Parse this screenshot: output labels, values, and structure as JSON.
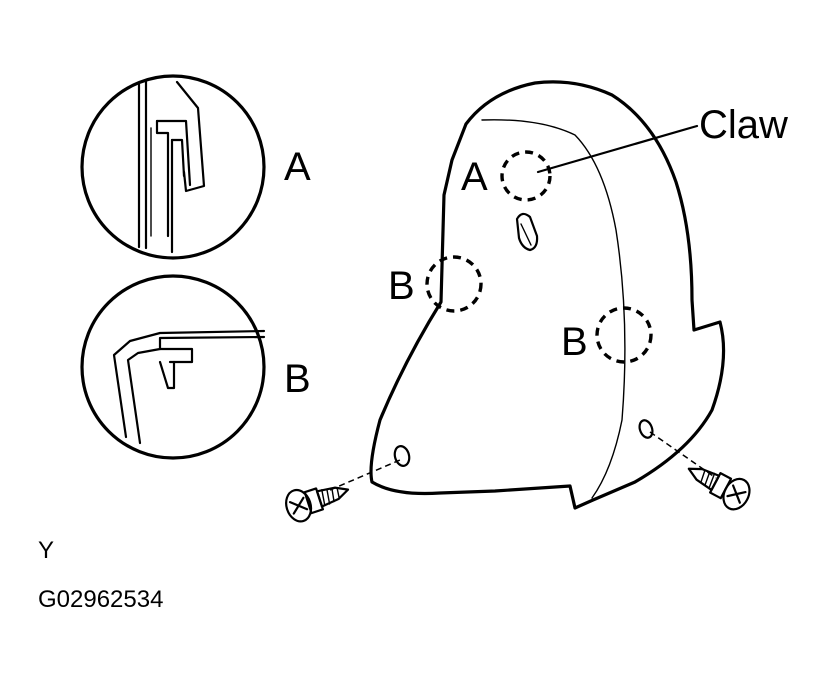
{
  "labels": {
    "detail_a": "A",
    "detail_b": "B",
    "callout_a": "A",
    "callout_b_left": "B",
    "callout_b_right": "B",
    "claw": "Claw",
    "view": "Y",
    "figure_id": "G02962534"
  },
  "colors": {
    "line": "#000000",
    "background": "#ffffff"
  }
}
